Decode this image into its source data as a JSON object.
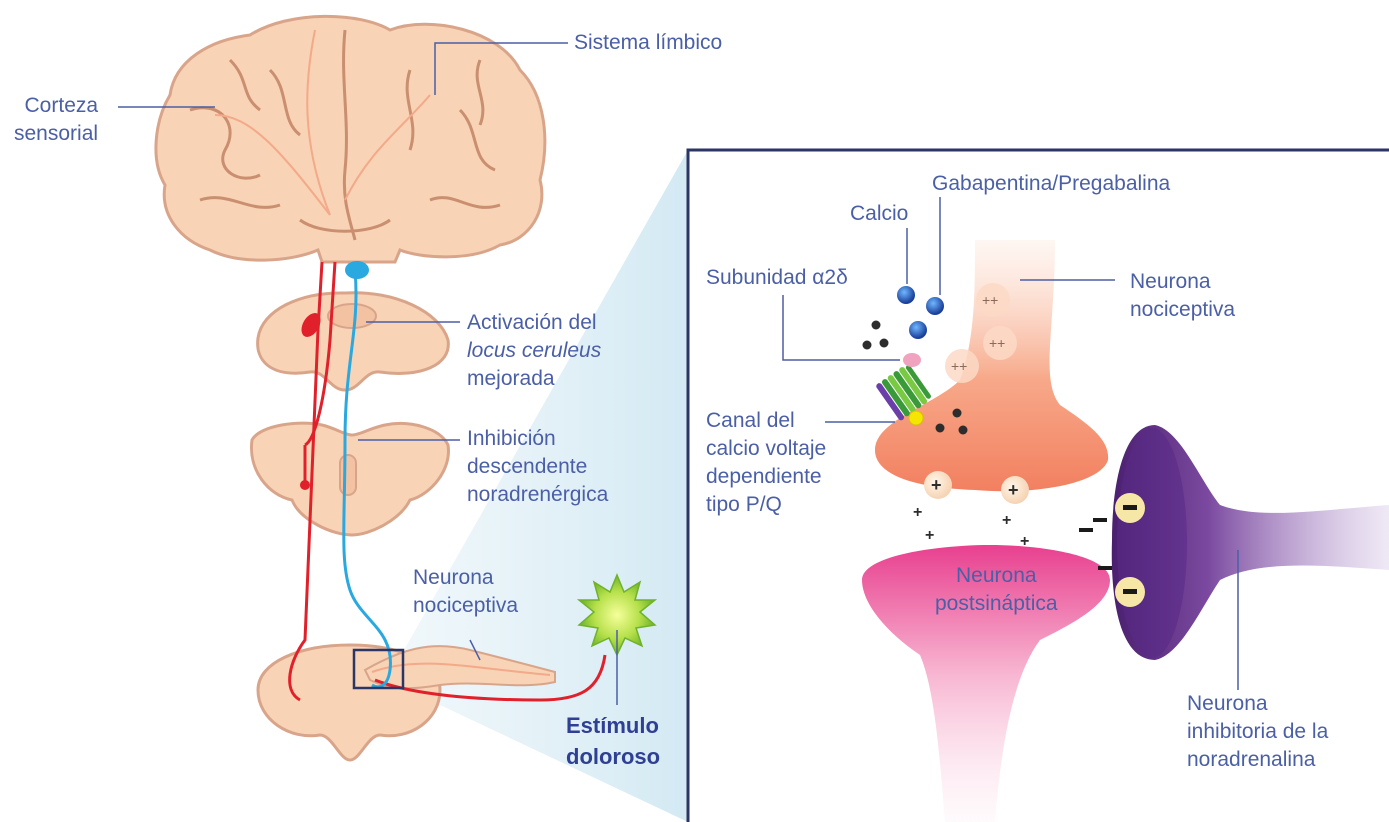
{
  "labels": {
    "corteza": [
      "Corteza",
      "sensorial"
    ],
    "limbico": "Sistema límbico",
    "activacion": [
      "Activación del",
      "locus ceruleus",
      "mejorada"
    ],
    "inhibicion": [
      "Inhibición",
      "descendente",
      "noradrenérgica"
    ],
    "neurona_nociceptiva_left": [
      "Neurona",
      "nociceptiva"
    ],
    "estimulo": [
      "Estímulo",
      "doloroso"
    ],
    "gabapentina": "Gabapentina/Pregabalina",
    "calcio": "Calcio",
    "subunidad": "Subunidad α2δ",
    "neurona_nociceptiva_right": [
      "Neurona",
      "nociceptiva"
    ],
    "canal": [
      "Canal del",
      "calcio voltaje",
      "dependiente",
      "tipo P/Q"
    ],
    "postsinaptica": [
      "Neurona",
      "postsináptica"
    ],
    "inhibitoria": [
      "Neurona",
      "inhibitoria de la",
      "noradrenalina"
    ]
  },
  "colors": {
    "label_text": "#4b5fa6",
    "brain_fill": "#f8d3b5",
    "brain_stroke": "#d9a58a",
    "red_pathway": "#e0202a",
    "blue_pathway": "#2aa8e0",
    "panel_border": "#2b3566"
  }
}
